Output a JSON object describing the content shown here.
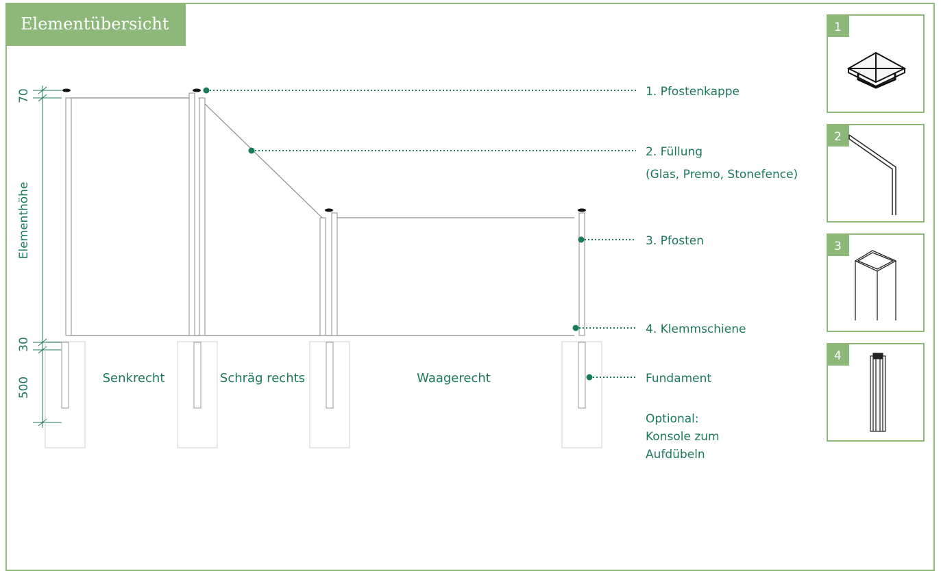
{
  "title": "Elementübersicht",
  "colors": {
    "accent": "#8db87a",
    "teal": "#1b7a5e",
    "line": "#888888"
  },
  "dimensions": {
    "cap": "70",
    "element_height": "Elementhöhe",
    "rail": "30",
    "foundation": "500"
  },
  "sections": {
    "vertical": "Senkrecht",
    "slope": "Schräg rechts",
    "horizontal": "Waagerecht"
  },
  "callouts": {
    "c1": "1. Pfostenkappe",
    "c2_line1": "2. Füllung",
    "c2_line2": "(Glas, Premo, Stonefence)",
    "c3": "3. Pfosten",
    "c4": "4. Klemmschiene",
    "c5": "Fundament",
    "optional_1": "Optional:",
    "optional_2": "Konsole zum",
    "optional_3": "Aufdübeln"
  },
  "panels": [
    {
      "number": "1",
      "icon": "post-cap-icon"
    },
    {
      "number": "2",
      "icon": "infill-panel-icon"
    },
    {
      "number": "3",
      "icon": "post-icon"
    },
    {
      "number": "4",
      "icon": "clamp-rail-icon"
    }
  ]
}
